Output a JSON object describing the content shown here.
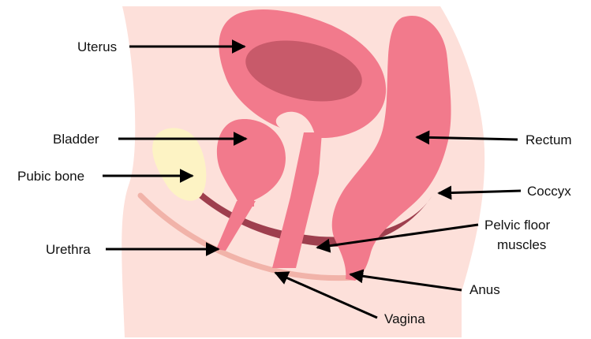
{
  "labels": {
    "uterus": "Uterus",
    "bladder": "Bladder",
    "pubic_bone": "Pubic bone",
    "urethra": "Urethra",
    "rectum": "Rectum",
    "coccyx": "Coccyx",
    "pelvic_floor_line1": "Pelvic floor",
    "pelvic_floor_line2": "muscles",
    "anus": "Anus",
    "vagina": "Vagina"
  },
  "colors": {
    "body": "#fde0da",
    "organ": "#f27a8c",
    "uterus_cavity": "#c85a6a",
    "pubic_bone": "#fdf3c4",
    "pelvic_floor": "#9e3f4e",
    "perineum_band": "#f1b3a9",
    "arrow": "#000000"
  }
}
